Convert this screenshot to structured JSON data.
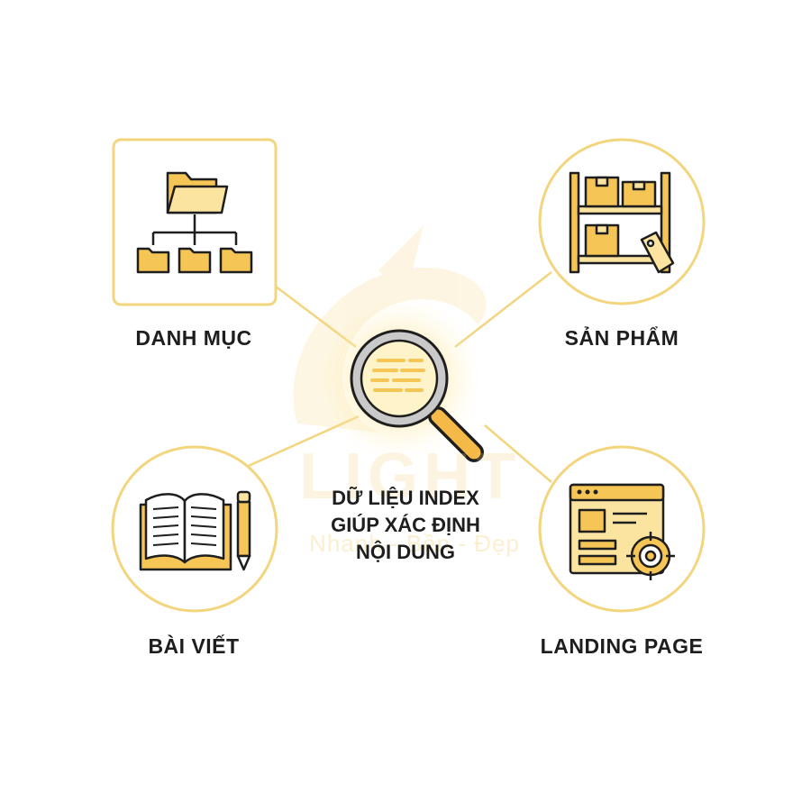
{
  "nodes": {
    "top_left": {
      "label": "DANH MỤC",
      "icon": "folder-tree-icon"
    },
    "top_right": {
      "label": "SẢN PHẨM",
      "icon": "warehouse-shelf-icon"
    },
    "bottom_left": {
      "label": "BÀI VIẾT",
      "icon": "open-book-pencil-icon"
    },
    "bottom_right": {
      "label": "LANDING PAGE",
      "icon": "webpage-target-icon"
    }
  },
  "center": {
    "icon": "magnifier-icon",
    "text_lines": [
      "DỮ LIỆU INDEX",
      "GIÚP XÁC ĐỊNH",
      "NỘI DUNG"
    ]
  },
  "watermark": {
    "brand": "LIGHT",
    "slogan": "Nhanh - Bền - Đẹp"
  },
  "colors": {
    "accent": "#f5c556",
    "accent_light": "#fbe3a0",
    "outline": "#1e1e1e",
    "border": "#f3d57e",
    "text": "#1e1e1e"
  }
}
